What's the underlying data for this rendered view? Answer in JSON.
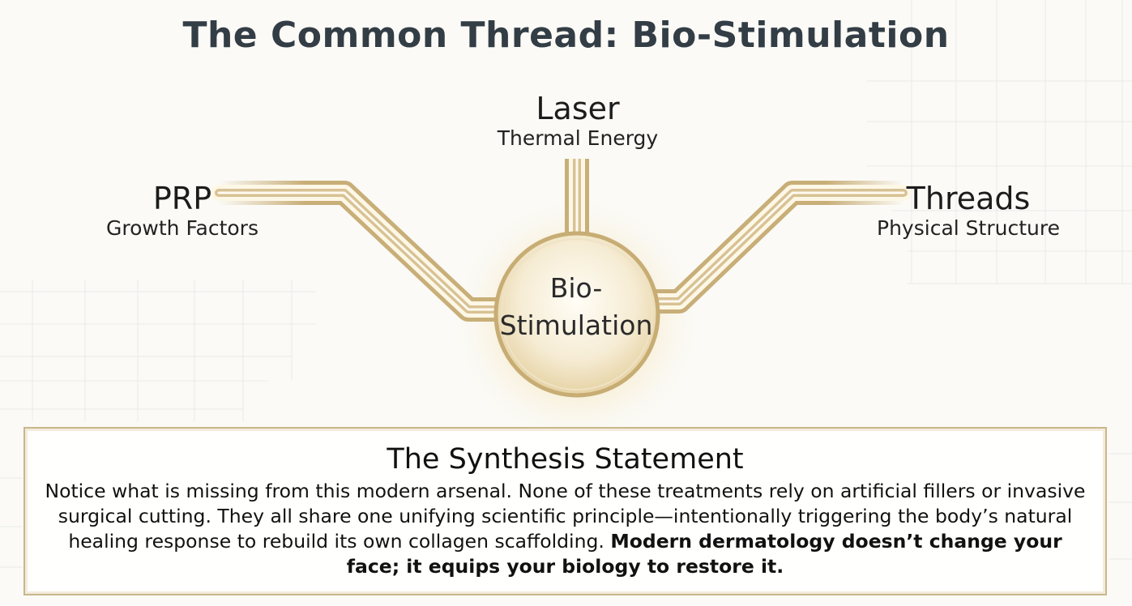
{
  "title": "The Common Thread: Bio-Stimulation",
  "nodes": {
    "laser": {
      "label": "Laser",
      "sub": "Thermal Energy"
    },
    "prp": {
      "label": "PRP",
      "sub": "Growth Factors"
    },
    "threads": {
      "label": "Threads",
      "sub": "Physical Structure"
    }
  },
  "center": {
    "line1": "Bio-",
    "line2": "Stimulation"
  },
  "synthesis": {
    "heading": "The Synthesis Statement",
    "body": "Notice what is missing from this modern arsenal. None of these treatments rely on artificial fillers or invasive surgical cutting. They all share one unifying scientific principle—intentionally triggering the body’s natural healing response to rebuild its own collagen scaffolding.",
    "emphasis": "Modern dermatology doesn’t change your face; it equips your biology to restore it."
  },
  "colors": {
    "accent_gold": "#c8ae78",
    "title_slate": "#333d45",
    "border_gold": "#c9b78c"
  }
}
